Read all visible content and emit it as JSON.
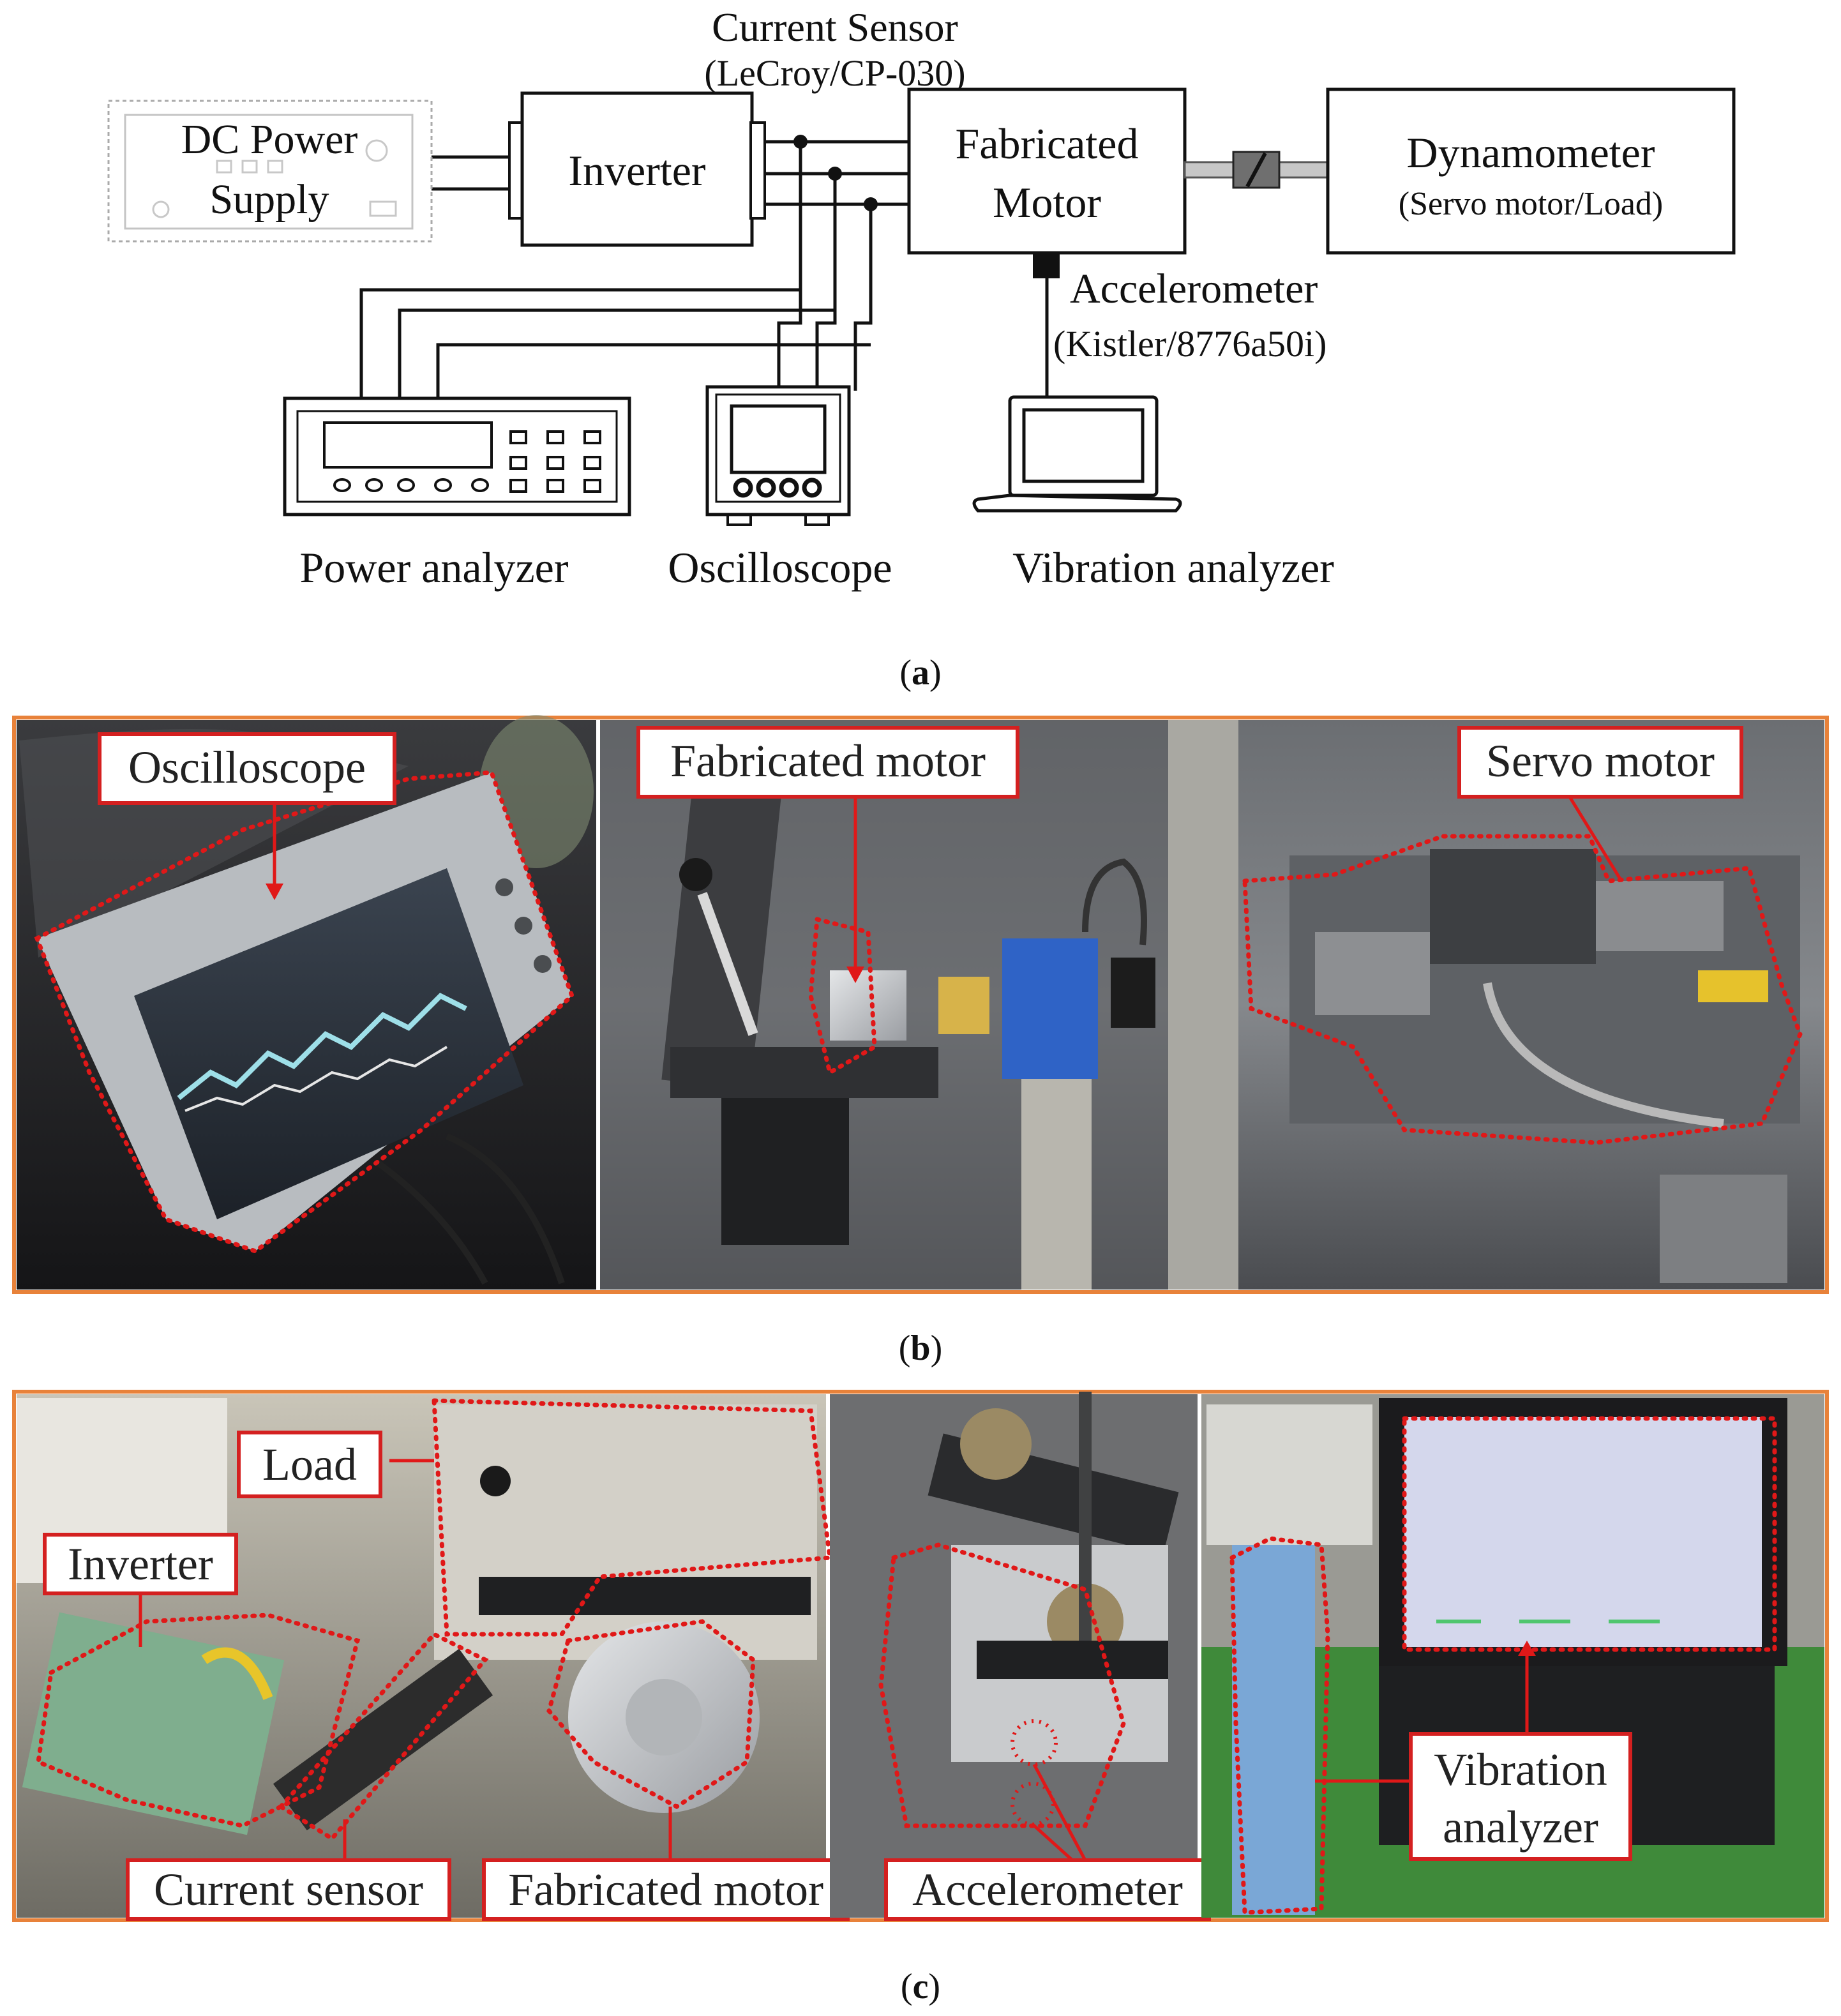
{
  "diagram": {
    "dc_power_supply": [
      "DC Power",
      "Supply"
    ],
    "inverter": "Inverter",
    "current_sensor": "Current Sensor",
    "current_sensor_model": "(LeCroy/CP-030)",
    "fabricated_motor": [
      "Fabricated",
      "Motor"
    ],
    "dynamometer": "Dynamometer",
    "dynamometer_note": "(Servo motor/Load)",
    "accelerometer": "Accelerometer",
    "accelerometer_model": "(Kistler/8776a50i)",
    "power_analyzer": "Power analyzer",
    "oscilloscope": "Oscilloscope",
    "vibration_analyzer": "Vibration analyzer"
  },
  "captions": {
    "a": "a",
    "b": "b",
    "c": "c"
  },
  "photo_b": {
    "oscilloscope": "Oscilloscope",
    "fabricated_motor": "Fabricated motor",
    "servo_motor": "Servo motor"
  },
  "photo_c": {
    "load": "Load",
    "inverter": "Inverter",
    "current_sensor": "Current sensor",
    "fabricated_motor": "Fabricated motor",
    "accelerometer": "Accelerometer",
    "vibration_analyzer": [
      "Vibration",
      "analyzer"
    ]
  },
  "colors": {
    "panel_border": "#e8823a",
    "label_border": "#d42020",
    "dotted_outline": "#e01818",
    "line": "#111111"
  }
}
